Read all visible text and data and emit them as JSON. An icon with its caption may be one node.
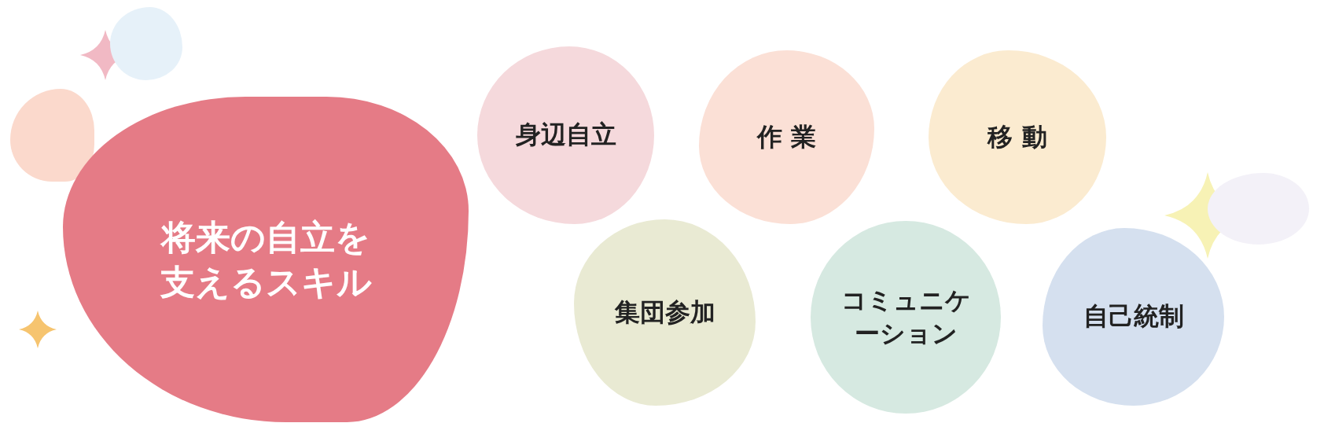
{
  "diagram": {
    "nodes": [
      {
        "text": [],
        "shape": "circle"
      },
      {
        "text": [],
        "shape": "circle"
      },
      {
        "text": [
          "将来の自立を支えるスキル"
        ]
      },
      {
        "text": [
          "身辺自立"
        ]
      },
      {
        "text": [
          "作 業"
        ]
      },
      {
        "text": [
          "移 動"
        ]
      },
      {
        "text": [
          "集団参加"
        ]
      },
      {
        "text": [
          "コミュニケーション"
        ]
      },
      {
        "text": [
          "自己統制"
        ]
      },
      {
        "text": [],
        "shape": "circle"
      }
    ],
    "edges": []
  }
}
